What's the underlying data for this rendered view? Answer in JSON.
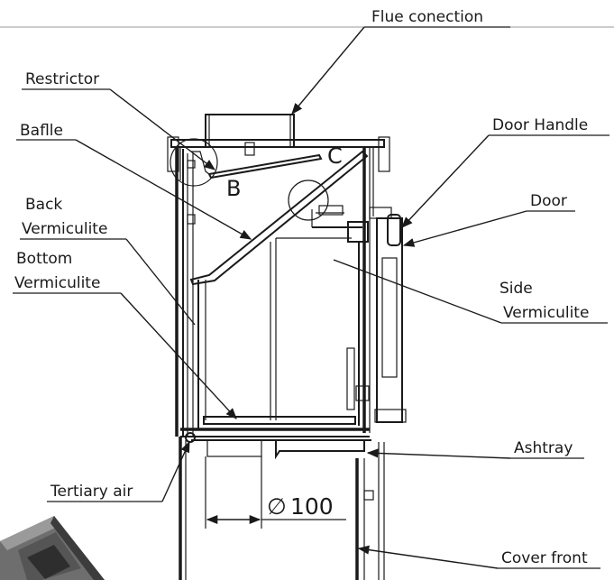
{
  "labels": {
    "flue": "Flue conection",
    "restrictor": "Restrictor",
    "baffle": "Baflle",
    "back_line1": "Back",
    "back_line2": "Vermiculite",
    "bottom_line1": "Bottom",
    "bottom_line2": "Vermiculite",
    "door_handle": "Door Handle",
    "door": "Door",
    "side_line1": "Side",
    "side_line2": "Vermiculite",
    "ashtray": "Ashtray",
    "tertiary": "Tertiary air",
    "cover_front": "Cover front"
  },
  "details": {
    "b": "B",
    "c": "C"
  },
  "dimension": {
    "text": "100",
    "symbol": "∅"
  },
  "colors": {
    "line": "#1a1a1a",
    "background": "#ffffff"
  }
}
